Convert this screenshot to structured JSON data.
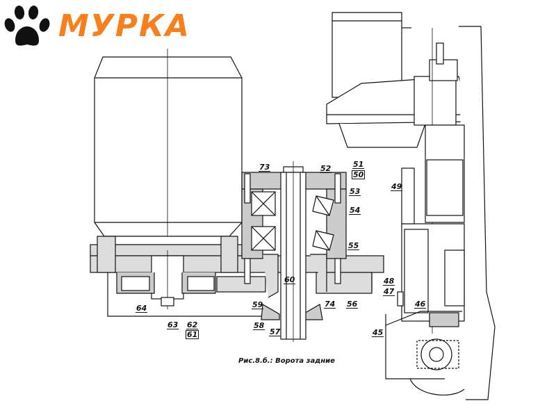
{
  "logo": {
    "text": "МУРКА",
    "color": "#f7801d",
    "icon": "paw-icon"
  },
  "caption": "Рис.8.б.: Ворота задние",
  "callouts": {
    "c73": "73",
    "c52": "52",
    "c51": "51",
    "c50": "50",
    "c53": "53",
    "c54": "54",
    "c55": "55",
    "c49": "49",
    "c60": "60",
    "c59": "59",
    "c74": "74",
    "c56": "56",
    "c48": "48",
    "c47": "47",
    "c46": "46",
    "c64": "64",
    "c63": "63",
    "c62": "62",
    "c61": "61",
    "c58": "58",
    "c57": "57",
    "c45": "45"
  }
}
